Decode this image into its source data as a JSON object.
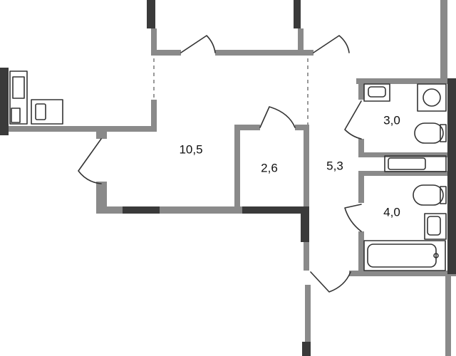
{
  "plan": {
    "rooms": [
      {
        "id": "hall",
        "area": "10,5"
      },
      {
        "id": "storage",
        "area": "2,6"
      },
      {
        "id": "corridor",
        "area": "5,3"
      },
      {
        "id": "bathroom-upper",
        "area": "3,0"
      },
      {
        "id": "bathroom-lower",
        "area": "4,0"
      }
    ],
    "colors": {
      "wall": "#8a8a8a",
      "wall_dark": "#3a3a3a",
      "line": "#333333",
      "background": "#ffffff"
    },
    "fixture_icons": [
      "sink-icon",
      "washing-machine-icon",
      "toilet-icon",
      "bathtub-icon",
      "kitchen-sink-icon",
      "stove-icon"
    ]
  }
}
